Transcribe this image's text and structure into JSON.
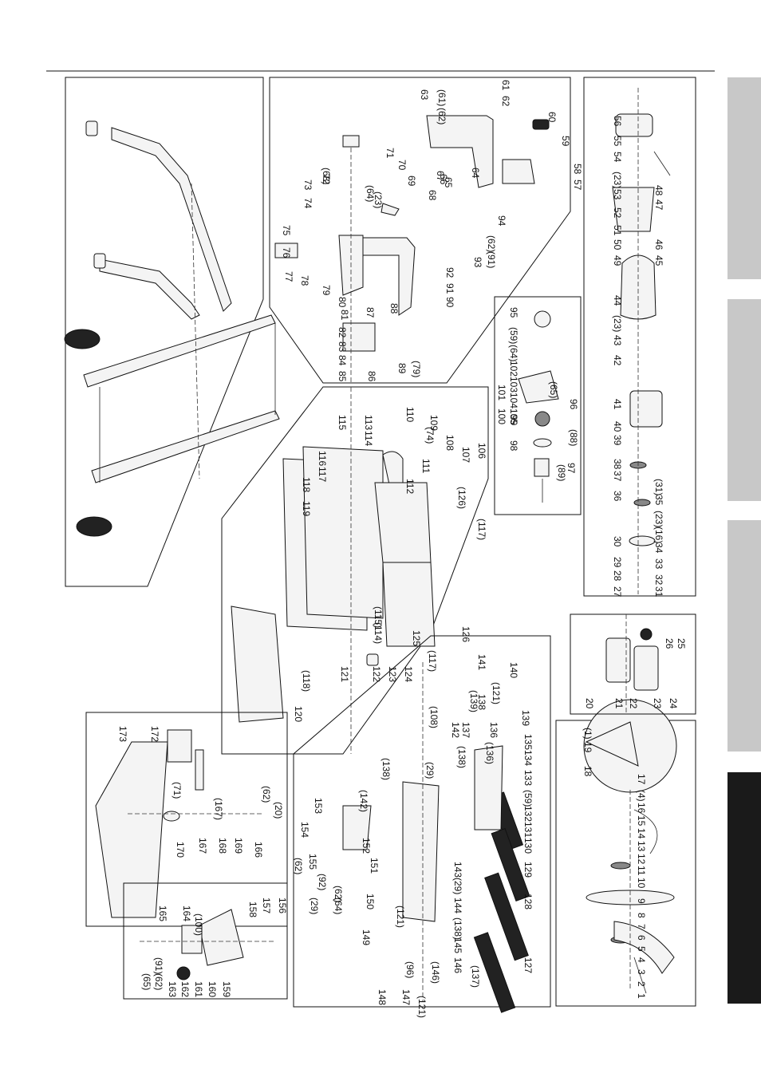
{
  "page": {
    "tabs": [
      {
        "state": "inactive",
        "color": "#c8c8c8"
      },
      {
        "state": "inactive",
        "color": "#c8c8c8"
      },
      {
        "state": "inactive",
        "color": "#c8c8c8"
      },
      {
        "state": "active",
        "color": "#1a1a1a"
      }
    ]
  },
  "panels": {
    "blade_guard": {
      "labels": [
        "1",
        "2",
        "3",
        "4",
        "5",
        "6",
        "7",
        "8",
        "9",
        "10",
        "11",
        "12",
        "13",
        "14",
        "15",
        "16",
        "(4)",
        "17",
        "18",
        "19",
        "(1)"
      ]
    },
    "base_plate": {
      "labels": [
        "20",
        "21",
        "22",
        "23",
        "24",
        "25",
        "26"
      ]
    },
    "motor": {
      "labels": [
        "27",
        "28",
        "29",
        "30",
        "31",
        "32",
        "33",
        "34",
        "(16)",
        "(23)",
        "35",
        "(31)",
        "36",
        "37",
        "38",
        "39",
        "40",
        "41",
        "42",
        "43",
        "(23)",
        "44",
        "45",
        "46",
        "47",
        "48",
        "49",
        "50",
        "51",
        "52",
        "53",
        "(23)",
        "54",
        "55",
        "56"
      ]
    },
    "arm": {
      "labels": [
        "57",
        "58",
        "59",
        "60",
        "61",
        "62",
        "63",
        "(61)",
        "(62)",
        "64",
        "65",
        "66",
        "67",
        "68",
        "69",
        "70",
        "71",
        "(23)",
        "(68)",
        "(64)",
        "72",
        "73",
        "74",
        "75",
        "76",
        "77",
        "78",
        "79",
        "80",
        "81",
        "82",
        "83",
        "84",
        "85",
        "86",
        "87",
        "88",
        "89",
        "(79)",
        "90",
        "91",
        "92",
        "93",
        "94",
        "(62)",
        "(91)"
      ]
    },
    "vise": {
      "labels": [
        "95",
        "(59)",
        "(64)",
        "102",
        "103",
        "104",
        "105",
        "(65)",
        "96",
        "(88)",
        "101",
        "100",
        "99",
        "98",
        "97",
        "(89)"
      ]
    },
    "stand": {
      "labels": []
    },
    "frame": {
      "labels": [
        "106",
        "107",
        "108",
        "109",
        "110",
        "(74)",
        "111",
        "112",
        "113",
        "114",
        "115",
        "116",
        "117",
        "118",
        "119",
        "(126)",
        "(117)",
        "(115)",
        "(114)",
        "125",
        "126",
        "(117)",
        "(118)",
        "120",
        "121",
        "122",
        "123",
        "124"
      ]
    },
    "pump_tray": {
      "labels": [
        "172",
        "173",
        "(71)",
        "(167)",
        "(62)",
        "(20)",
        "169",
        "168",
        "167",
        "166",
        "170"
      ]
    },
    "table": {
      "labels": [
        "127",
        "128",
        "129",
        "130",
        "131",
        "132",
        "(59)",
        "133",
        "134",
        "135",
        "136",
        "137",
        "138",
        "139",
        "140",
        "141",
        "(121)",
        "(139)",
        "(108)",
        "142",
        "(136)",
        "(138)",
        "(29)",
        "(142)",
        "(138)",
        "143",
        "(29)",
        "144",
        "(138)",
        "145",
        "146",
        "(137)",
        "(146)",
        "(96)",
        "147",
        "(121)",
        "148",
        "149",
        "150",
        "151",
        "152",
        "153",
        "154",
        "155",
        "(62)",
        "(64)",
        "(62)",
        "(92)",
        "(29)",
        "(121)"
      ]
    },
    "pump": {
      "labels": [
        "156",
        "157",
        "158",
        "159",
        "160",
        "161",
        "162",
        "163",
        "164",
        "(100)",
        "165",
        "(91)",
        "(62)",
        "(65)"
      ]
    }
  }
}
